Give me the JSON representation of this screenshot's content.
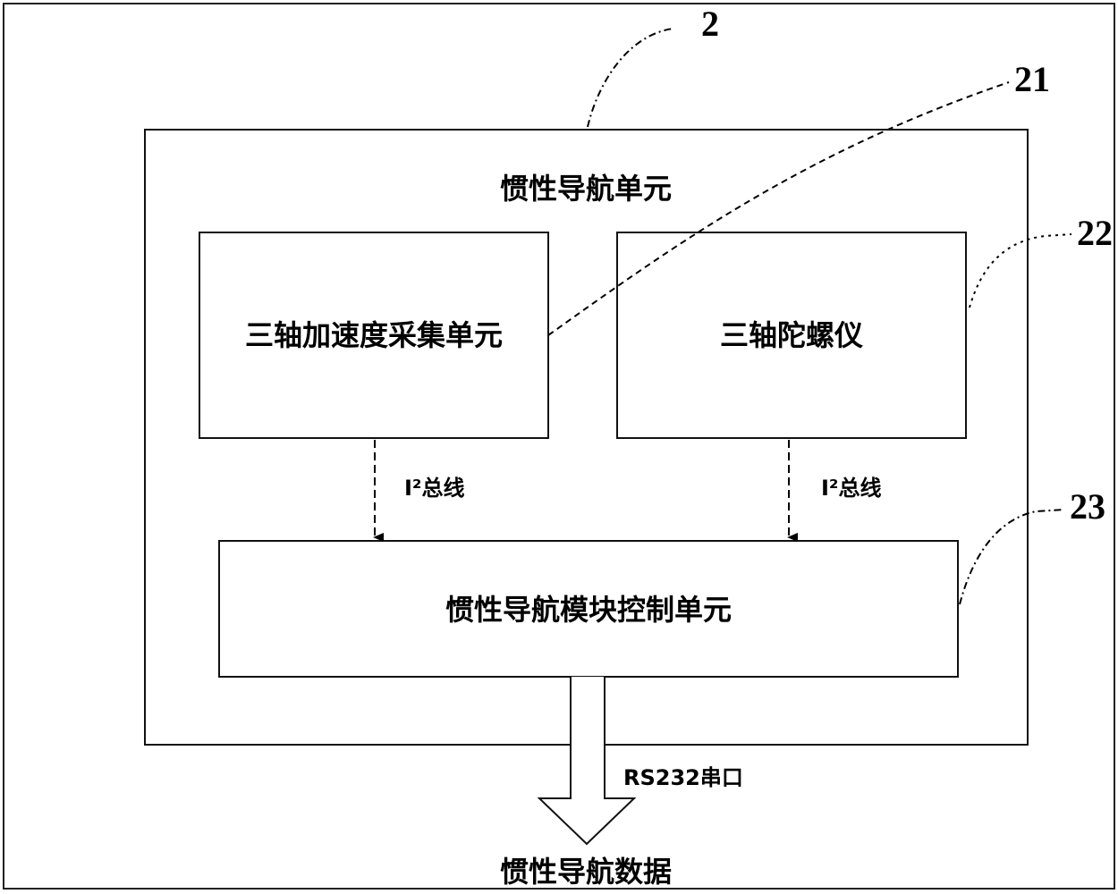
{
  "diagram": {
    "ref_main": "2",
    "ref_accel": "21",
    "ref_gyro": "22",
    "ref_control": "23",
    "unit_title": "惯性导航单元",
    "accel_label": "三轴加速度采集单元",
    "gyro_label": "三轴陀螺仪",
    "bus_left": "I²总线",
    "bus_right": "I²总线",
    "control_label": "惯性导航模块控制单元",
    "serial_label": "RS232串口",
    "output_label": "惯性导航数据"
  }
}
